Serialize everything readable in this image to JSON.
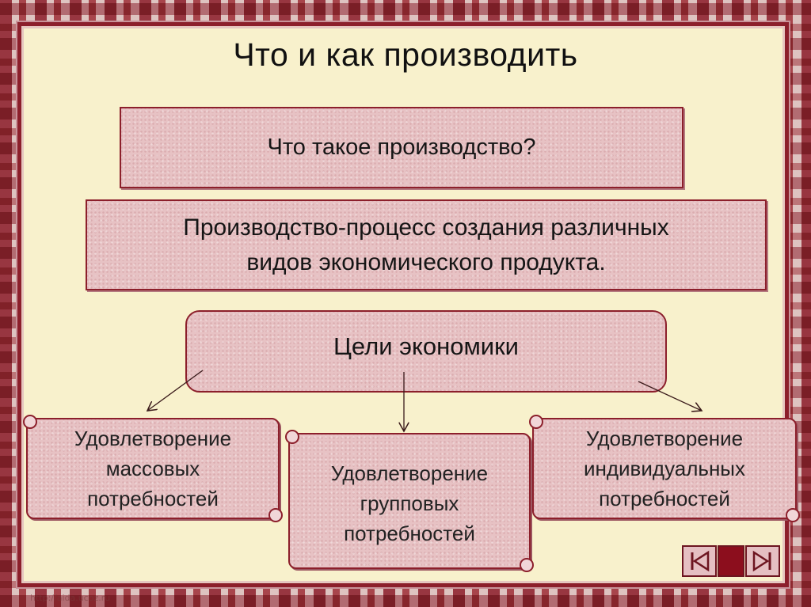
{
  "slide": {
    "title": "Что и как производить",
    "question": "Что такое производство?",
    "definition_line1": "Производство-процесс создания различных",
    "definition_line2": "видов экономического продукта.",
    "goals_title": "Цели экономики",
    "goals": [
      {
        "lines": [
          "Удовлетворение",
          "массовых",
          "потребностей"
        ]
      },
      {
        "lines": [
          "Удовлетворение",
          "групповых",
          "потребностей"
        ]
      },
      {
        "lines": [
          "Удовлетворение",
          "индивидуальных",
          "потребностей"
        ]
      }
    ]
  },
  "navigation": {
    "first_icon": "skip-to-first-icon",
    "middle_icon": "stop-icon",
    "last_icon": "skip-to-last-icon"
  },
  "watermark": "http://aida.ucoz.ru",
  "colors": {
    "frame": "#8c1f2b",
    "panel": "#f8f1cc",
    "box_fill": "#e7c2c4"
  }
}
